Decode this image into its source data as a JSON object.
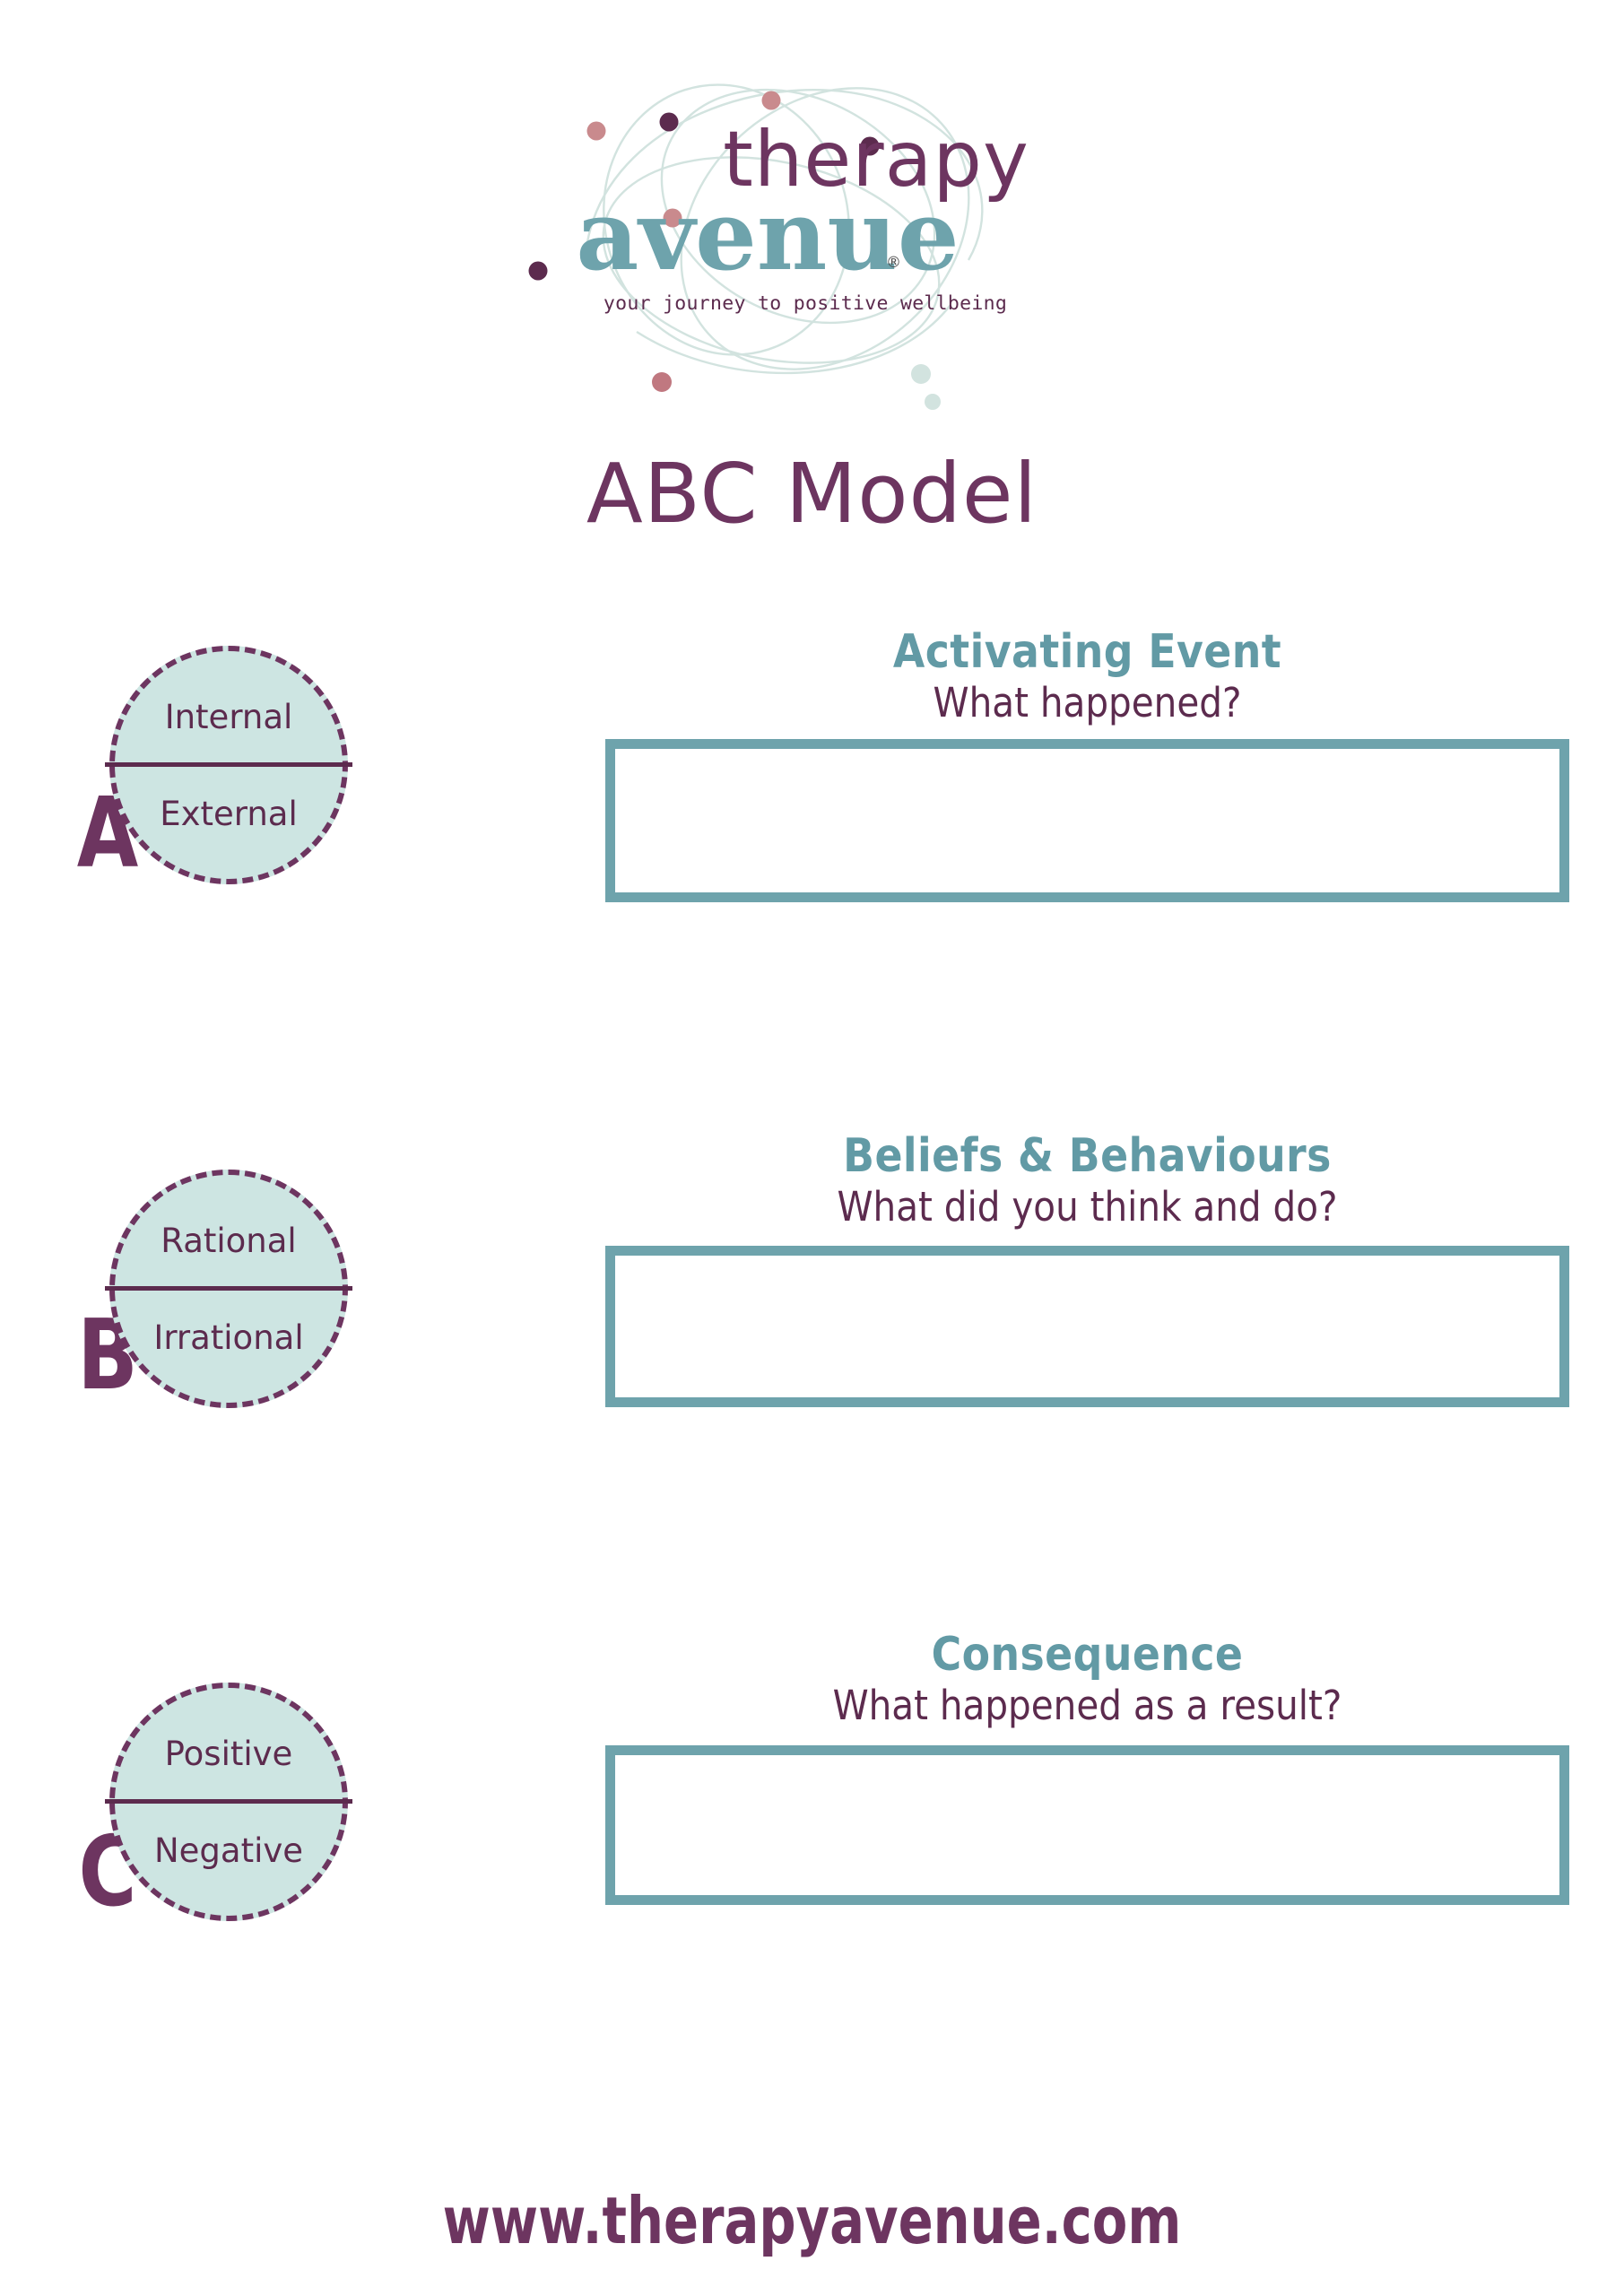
{
  "document": {
    "title": "ABC Model",
    "footer_url": "www.therapyavenue.com"
  },
  "logo": {
    "wordmark_top": "therapy",
    "wordmark_bottom": "avenue",
    "trademark": "®",
    "tagline": "your journey to positive wellbeing",
    "colors": {
      "plum": "#6d3560",
      "teal": "#6ea3ac",
      "sage": "#cfe2de",
      "rose": "#c98a8d",
      "dark_plum": "#5c2b4e"
    }
  },
  "colors": {
    "title_plum": "#6d3560",
    "heading_teal": "#629aa5",
    "subheading_plum": "#5c2b4e",
    "circle_fill": "#cde5e2",
    "circle_dash": "#6d3560",
    "box_border": "#6ea3ac",
    "page_background": "#ffffff"
  },
  "sections": [
    {
      "letter": "A",
      "title": "Activating Event",
      "subtitle": "What happened?",
      "circle_top": "Internal",
      "circle_bottom": "External",
      "answer": ""
    },
    {
      "letter": "B",
      "title": "Beliefs & Behaviours",
      "subtitle": "What did you think and do?",
      "circle_top": "Rational",
      "circle_bottom": "Irrational",
      "answer": ""
    },
    {
      "letter": "C",
      "title": "Consequence",
      "subtitle": "What happened as a result?",
      "circle_top": "Positive",
      "circle_bottom": "Negative",
      "answer": ""
    }
  ]
}
